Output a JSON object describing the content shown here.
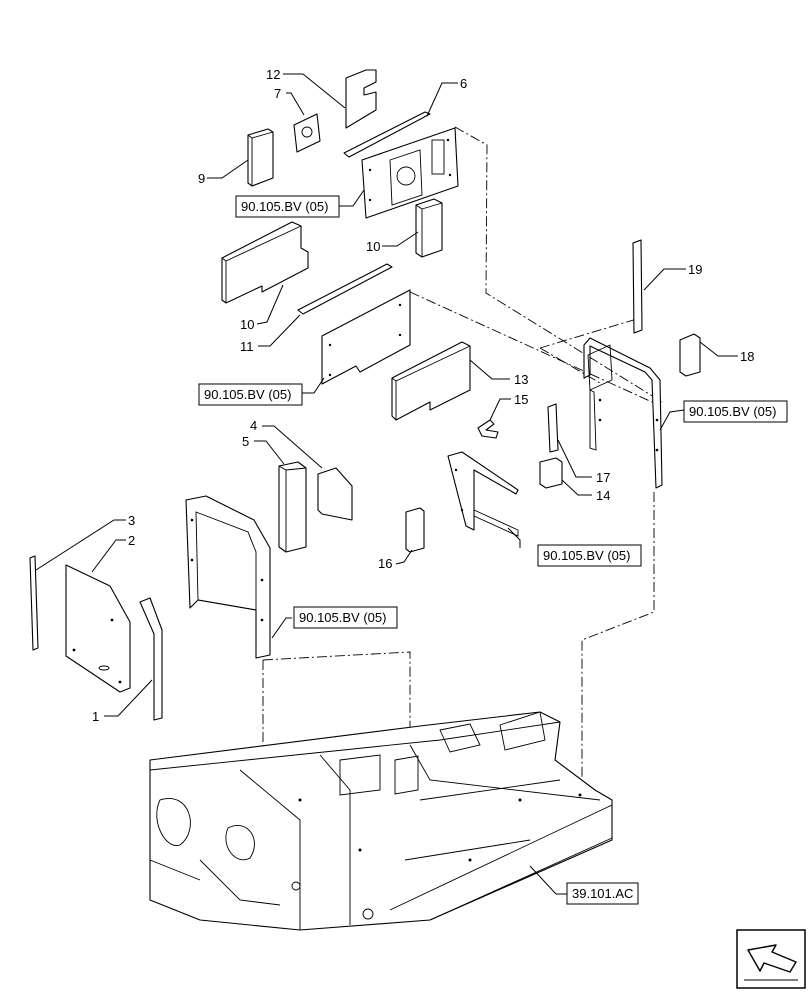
{
  "callouts": {
    "c1": "1",
    "c2": "2",
    "c3": "3",
    "c4": "4",
    "c5": "5",
    "c6": "6",
    "c7": "7",
    "c9": "9",
    "c10a": "10",
    "c10b": "10",
    "c11": "11",
    "c12": "12",
    "c13": "13",
    "c14": "14",
    "c15": "15",
    "c16": "16",
    "c17": "17",
    "c18": "18",
    "c19": "19"
  },
  "references": {
    "r1": "90.105.BV (05)",
    "r2": "90.105.BV (05)",
    "r3": "90.105.BV (05)",
    "r4": "90.105.BV (05)",
    "r5": "90.105.BV (05)",
    "frame": "39.101.AC"
  },
  "icons": {
    "nav": "next-page-arrow-icon"
  }
}
